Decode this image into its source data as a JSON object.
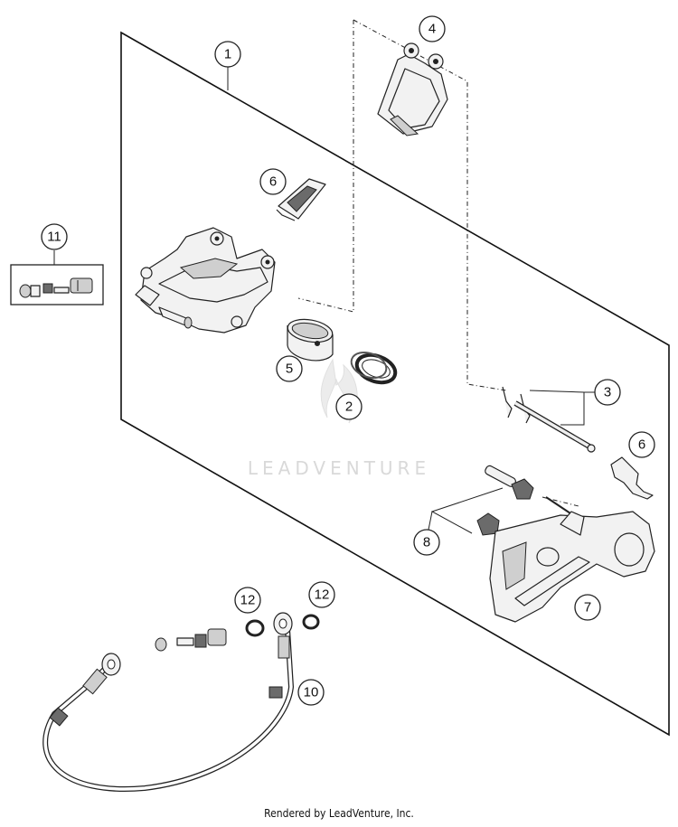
{
  "callouts": {
    "c1": "1",
    "c2": "2",
    "c3": "3",
    "c4": "4",
    "c5": "5",
    "c6a": "6",
    "c6b": "6",
    "c7": "7",
    "c8": "8",
    "c10": "10",
    "c11": "11",
    "c12a": "12",
    "c12b": "12"
  },
  "watermark": "LEADVENTURE",
  "footer": "Rendered by LeadVenture, Inc."
}
